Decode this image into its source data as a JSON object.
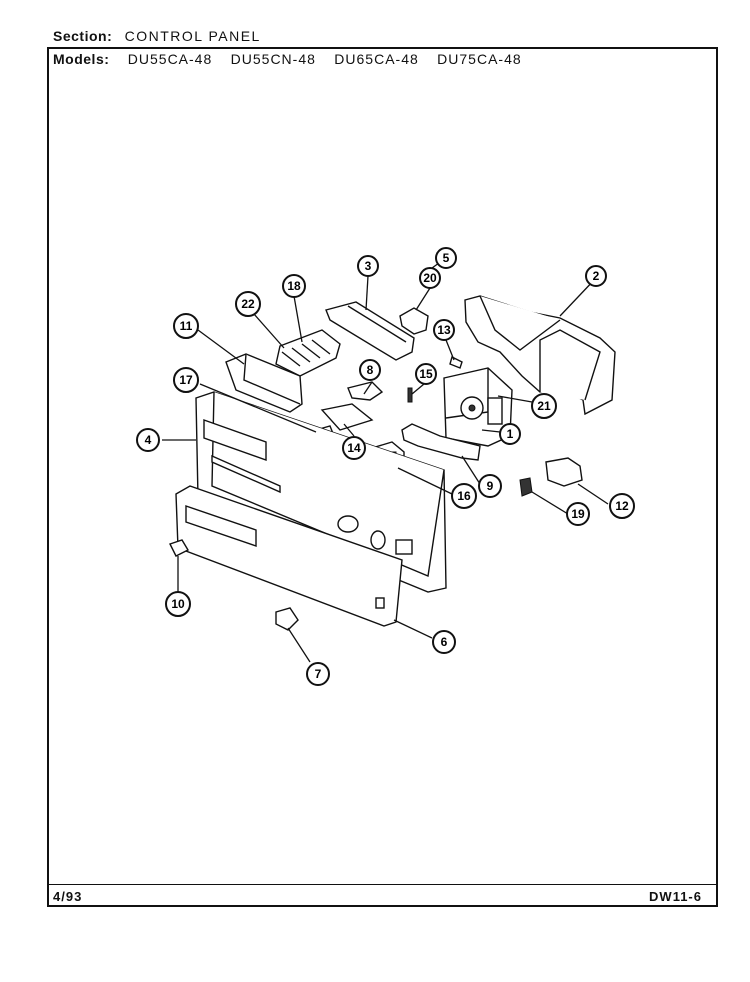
{
  "header": {
    "section_label": "Section:",
    "section_value": "CONTROL PANEL",
    "models_label": "Models:",
    "models": [
      "DU55CA-48",
      "DU55CN-48",
      "DU65CA-48",
      "DU75CA-48"
    ]
  },
  "footer": {
    "date": "4/93",
    "code": "DW11-6"
  },
  "callouts": [
    "1",
    "2",
    "3",
    "4",
    "5",
    "6",
    "7",
    "8",
    "9",
    "10",
    "11",
    "12",
    "13",
    "14",
    "15",
    "16",
    "17",
    "18",
    "19",
    "20",
    "21",
    "22"
  ]
}
